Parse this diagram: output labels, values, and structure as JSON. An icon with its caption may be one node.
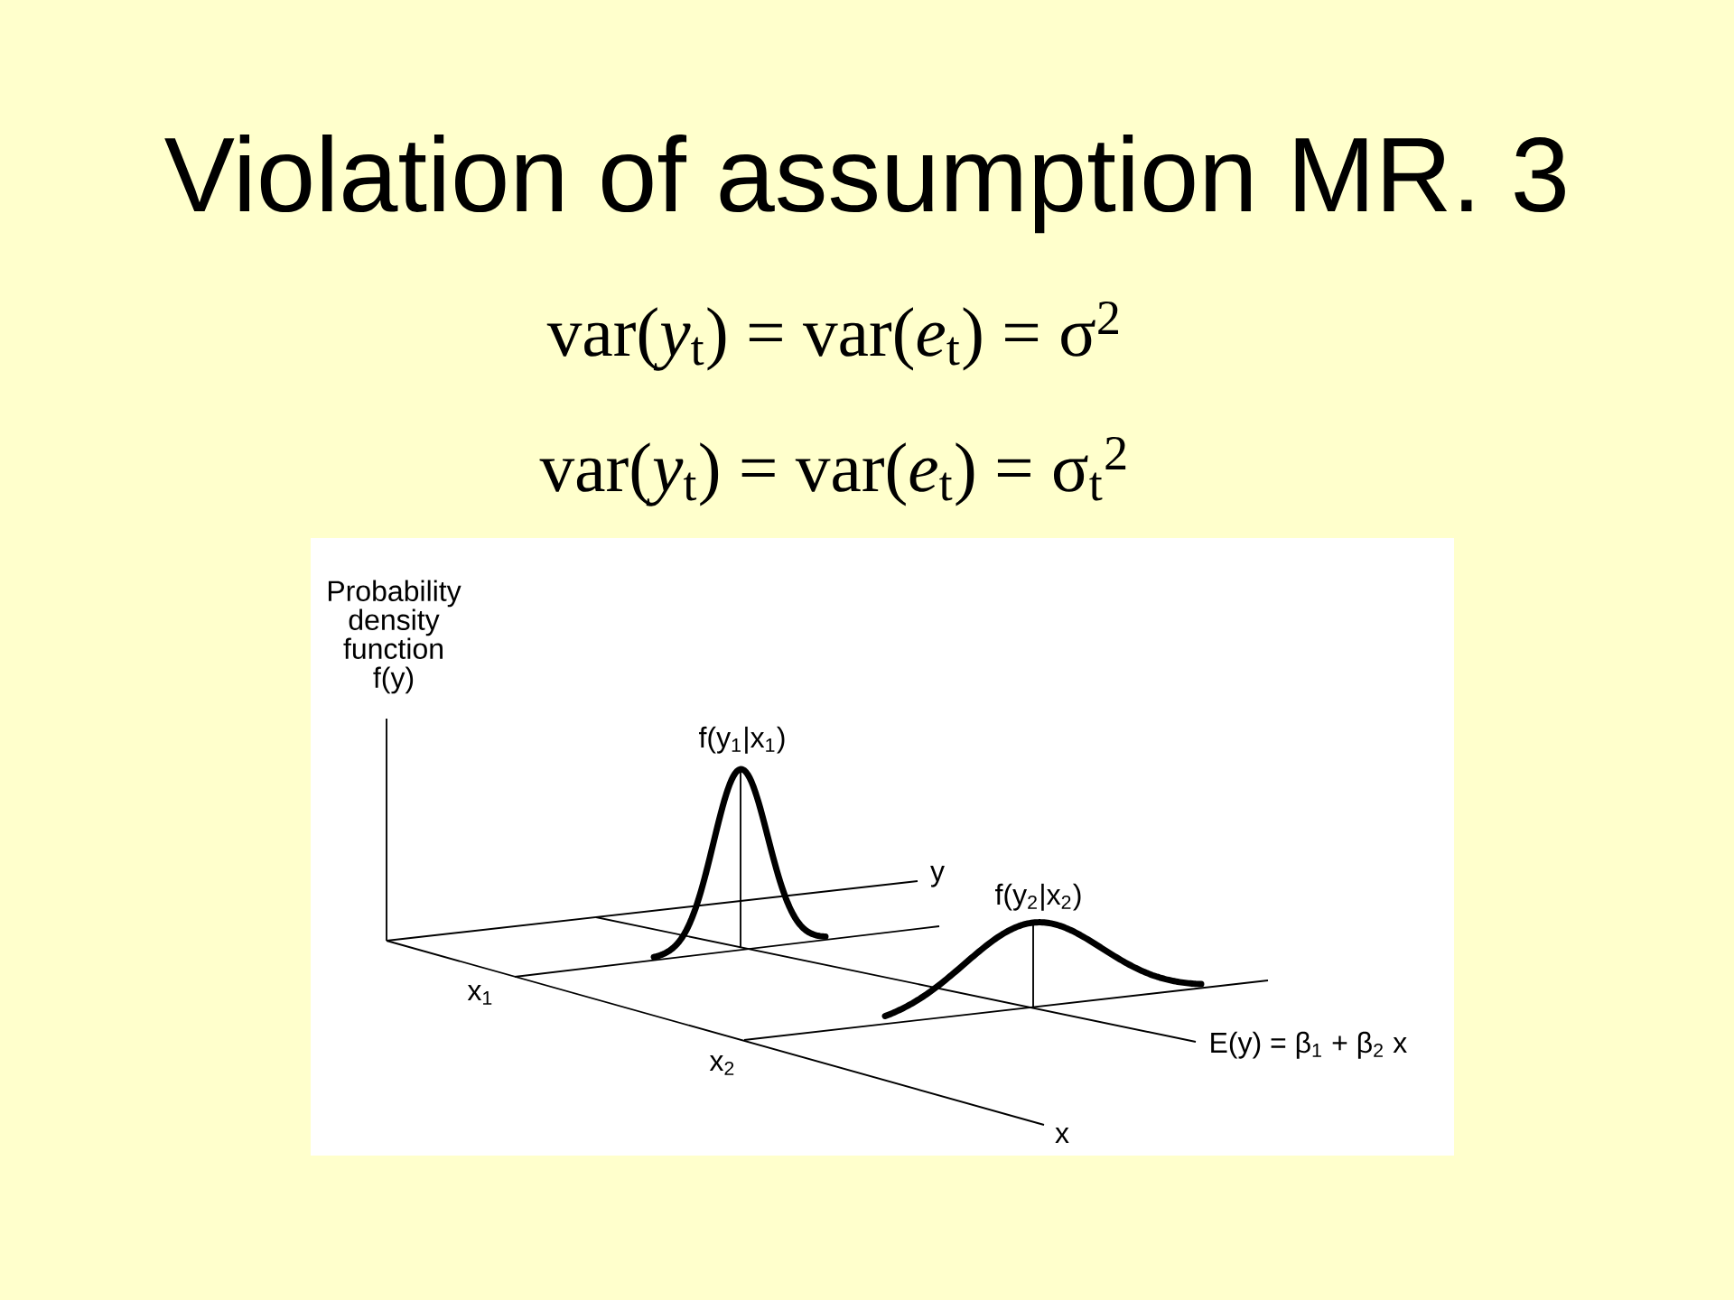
{
  "diagram": {
    "title": "Violation of assumption MR. 3",
    "labels": [
      "var(*y*$_{t}$) = var(*e*$_{t}$) = σ$^{2}$",
      "var(*y*$_{t}$) = var(*e*$_{t}$) = σ$_{t}$$^{2}$",
      "Probability density function f(y)",
      "f(y$_{1}$|x$_{1}$)",
      "y",
      "f(y$_{2}$|x$_{2}$)",
      "x$_{1}$",
      "E(y) = β$_{1}$ + β$_{2}$ x",
      "x$_{2}$",
      "x"
    ]
  }
}
